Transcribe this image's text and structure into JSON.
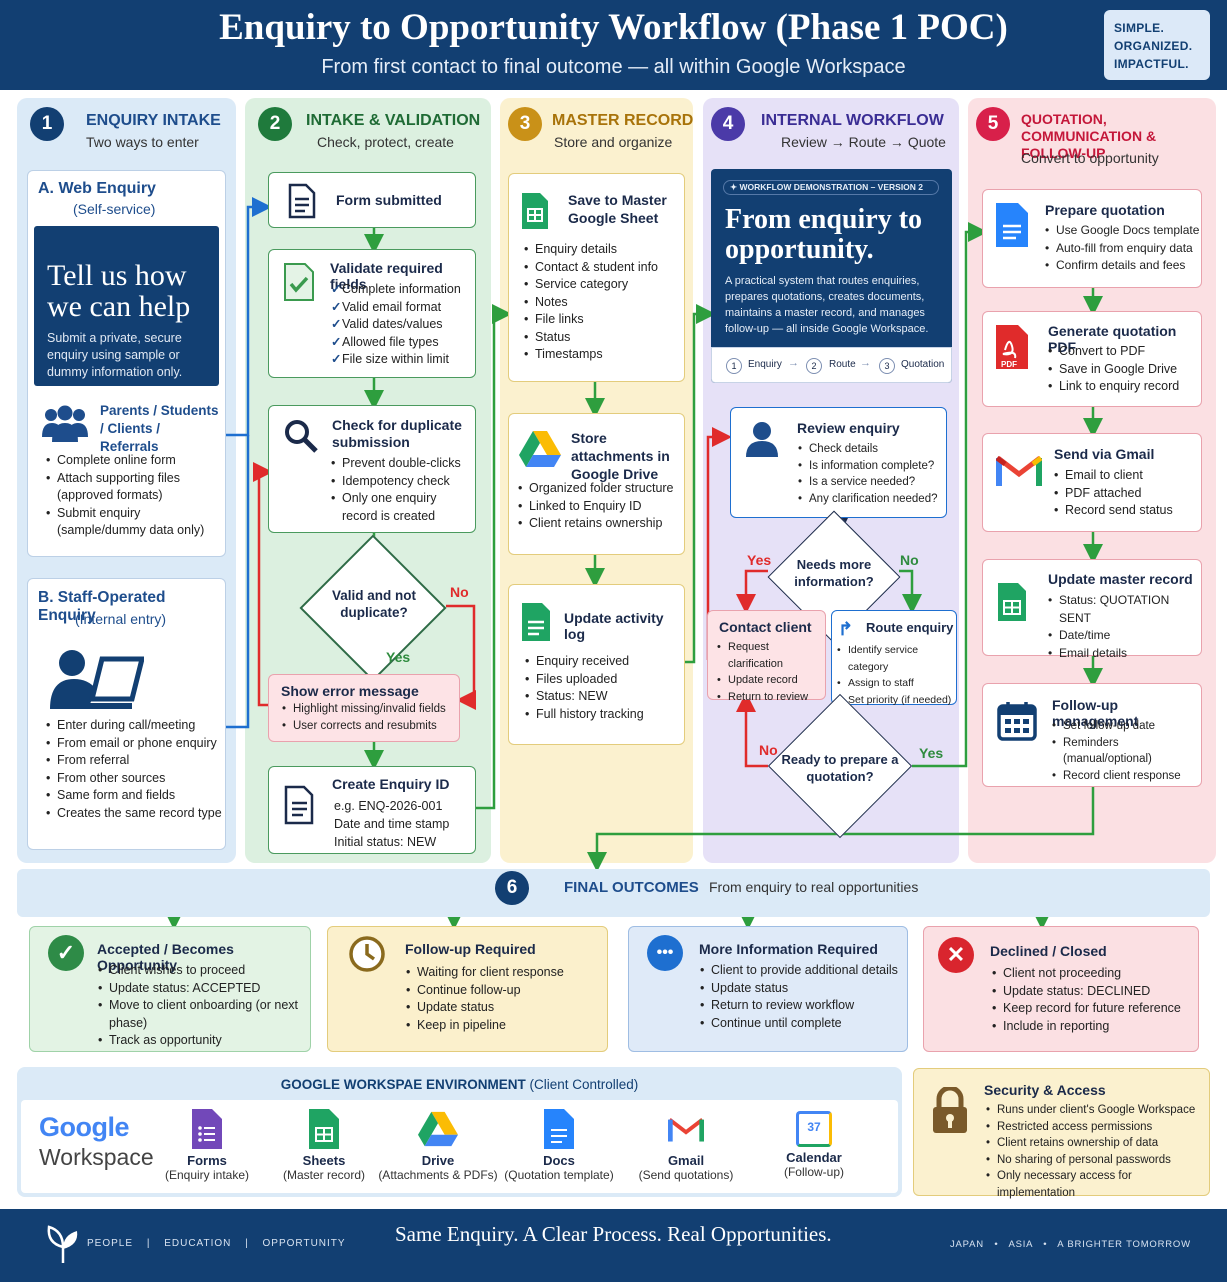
{
  "header": {
    "title": "Enquiry to Opportunity Workflow (Phase 1 POC)",
    "subtitle": "From first contact to final outcome — all within Google Workspace",
    "tagline": [
      "SIMPLE.",
      "ORGANIZED.",
      "IMPACTFUL."
    ]
  },
  "col1": {
    "num": "1",
    "title": "ENQUIRY INTAKE",
    "subtitle": "Two ways to enter",
    "web": {
      "title": "A. Web Enquiry",
      "sub": "(Self-service)",
      "banner_title": "Tell us how we can help",
      "banner_text": "Submit a private, secure enquiry using sample or dummy information only.",
      "who": "Parents / Students / Clients / Referrals",
      "items": [
        "Complete online form",
        "Attach supporting files (approved formats)",
        "Submit enquiry (sample/dummy data only)"
      ]
    },
    "staff": {
      "title": "B. Staff-Operated Enquiry",
      "sub": "(Internal entry)",
      "items": [
        "Enter during call/meeting",
        "From email or phone enquiry",
        "From referral",
        "From other sources",
        "Same form and fields",
        "Creates the same record type"
      ]
    }
  },
  "col2": {
    "num": "2",
    "title": "INTAKE & VALIDATION",
    "subtitle": "Check, protect, create",
    "form_submitted": "Form submitted",
    "validate": {
      "title": "Validate required fields",
      "items": [
        "Complete information",
        "Valid email format",
        "Valid dates/values",
        "Allowed file types",
        "File size within limit"
      ]
    },
    "duplicate": {
      "title": "Check for duplicate submission",
      "items": [
        "Prevent double-clicks",
        "Idempotency check",
        "Only one enquiry record is created"
      ]
    },
    "decision": "Valid and not duplicate?",
    "yes": "Yes",
    "no": "No",
    "error": {
      "title": "Show error message",
      "items": [
        "Highlight missing/invalid fields",
        "User corrects and resubmits"
      ]
    },
    "create": {
      "title": "Create Enquiry ID",
      "lines": [
        "e.g. ENQ-2026-001",
        "Date and time stamp",
        "Initial status: NEW"
      ]
    }
  },
  "col3": {
    "num": "3",
    "title": "MASTER RECORD",
    "subtitle": "Store and organize",
    "sheet": {
      "title": "Save to Master Google Sheet",
      "items": [
        "Enquiry details",
        "Contact & student info",
        "Service category",
        "Notes",
        "File links",
        "Status",
        "Timestamps"
      ]
    },
    "drive": {
      "title": "Store attachments in Google Drive",
      "items": [
        "Organized folder structure",
        "Linked to Enquiry ID",
        "Client retains ownership"
      ]
    },
    "log": {
      "title": "Update activity log",
      "items": [
        "Enquiry received",
        "Files uploaded",
        "Status: NEW",
        "Full history tracking"
      ]
    }
  },
  "col4": {
    "num": "4",
    "title": "INTERNAL WORKFLOW",
    "subtitle": "Review → Route → Quote",
    "demo": {
      "tag": "✦ WORKFLOW DEMONSTRATION – VERSION 2",
      "title": "From enquiry to opportunity.",
      "text": "A practical system that routes enquiries, prepares quotations, creates documents, maintains a master record, and manages follow-up — all inside Google Workspace.",
      "steps": [
        {
          "n": "1",
          "label": "Enquiry"
        },
        {
          "n": "2",
          "label": "Route"
        },
        {
          "n": "3",
          "label": "Quotation"
        }
      ]
    },
    "review": {
      "title": "Review enquiry",
      "items": [
        "Check details",
        "Is information complete?",
        "Is a service needed?",
        "Any clarification needed?"
      ]
    },
    "decision1": "Needs more information?",
    "yes": "Yes",
    "no": "No",
    "contact": {
      "title": "Contact client",
      "items": [
        "Request clarification",
        "Update record",
        "Return to review"
      ]
    },
    "route": {
      "title": "Route enquiry",
      "items": [
        "Identify service category",
        "Assign to staff",
        "Set priority (if needed)"
      ]
    },
    "decision2": "Ready to prepare a quotation?"
  },
  "col5": {
    "num": "5",
    "title": "QUOTATION, COMMUNICATION & FOLLOW-UP",
    "subtitle": "Convert to opportunity",
    "cards": [
      {
        "title": "Prepare quotation",
        "items": [
          "Use Google Docs template",
          "Auto-fill from enquiry data",
          "Confirm details and fees"
        ]
      },
      {
        "title": "Generate quotation PDF",
        "items": [
          "Convert to PDF",
          "Save in Google Drive",
          "Link to enquiry record"
        ]
      },
      {
        "title": "Send via Gmail",
        "items": [
          "Email to client",
          "PDF attached",
          "Record send status"
        ]
      },
      {
        "title": "Update master record",
        "items": [
          "Status: QUOTATION SENT",
          "Date/time",
          "Email details"
        ]
      },
      {
        "title": "Follow-up management",
        "items": [
          "Set follow-up date",
          "Reminders (manual/optional)",
          "Record client response"
        ]
      }
    ],
    "pdf_label": "PDF"
  },
  "outcomes": {
    "num": "6",
    "title": "FINAL OUTCOMES",
    "subtitle": "From enquiry to real opportunities",
    "cards": [
      {
        "title": "Accepted / Becomes Opportunity",
        "items": [
          "Client wishes to proceed",
          "Update status: ACCEPTED",
          "Move to client onboarding (or next phase)",
          "Track as opportunity"
        ],
        "color": "#2e8b47"
      },
      {
        "title": "Follow-up Required",
        "items": [
          "Waiting for client response",
          "Continue follow-up",
          "Update status",
          "Keep in pipeline"
        ],
        "color": "#8a6a1d"
      },
      {
        "title": "More Information Required",
        "items": [
          "Client to provide additional details",
          "Update status",
          "Return to review workflow",
          "Continue until complete"
        ],
        "color": "#1e6fd0"
      },
      {
        "title": "Declined / Closed",
        "items": [
          "Client not proceeding",
          "Update status: DECLINED",
          "Keep record for future reference",
          "Include in reporting"
        ],
        "color": "#d9252e"
      }
    ]
  },
  "workspace": {
    "title": "GOOGLE WORKSPAE ENVIRONMENT",
    "title_note": "(Client Controlled)",
    "logo_google": "Google",
    "logo_workspace": "Workspace",
    "apps": [
      {
        "name": "Forms",
        "desc": "(Enquiry intake)"
      },
      {
        "name": "Sheets",
        "desc": "(Master record)"
      },
      {
        "name": "Drive",
        "desc": "(Attachments & PDFs)"
      },
      {
        "name": "Docs",
        "desc": "(Quotation template)"
      },
      {
        "name": "Gmail",
        "desc": "(Send quotations)"
      },
      {
        "name": "Calendar",
        "desc": "(Follow-up)"
      }
    ],
    "calendar_day": "37"
  },
  "security": {
    "title": "Security & Access",
    "items": [
      "Runs under client's Google Workspace",
      "Restricted access permissions",
      "Client retains ownership of data",
      "No sharing of personal passwords",
      "Only necessary access for implementation"
    ]
  },
  "footer": {
    "left": [
      "PEOPLE",
      "EDUCATION",
      "OPPORTUNITY"
    ],
    "center": "Same Enquiry. A Clear Process. Real Opportunities.",
    "right": [
      "JAPAN",
      "ASIA",
      "A BRIGHTER TOMORROW"
    ]
  },
  "colors": {
    "navy": "#123f72",
    "green": "#2e8b3e",
    "red": "#e02b2b",
    "blue": "#1e6fd0"
  }
}
